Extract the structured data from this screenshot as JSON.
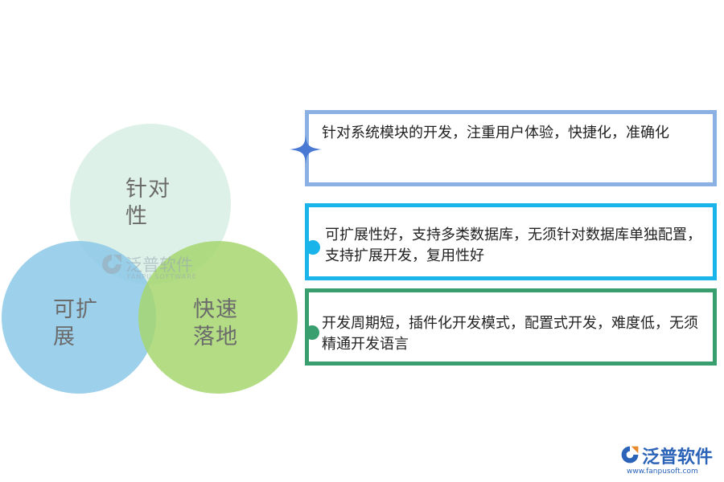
{
  "circles": {
    "top": {
      "label": "针对\n性",
      "color": "#d2ece0"
    },
    "left": {
      "label": "可扩\n展",
      "color": "#8cc8e8"
    },
    "right": {
      "label": "快速\n落地",
      "color": "#a6d670"
    }
  },
  "boxes": [
    {
      "text": "针对系统模块的开发，注重用户体验，快捷化，准确化",
      "border_color": "#8bb0e4",
      "marker_icon": "sparkle-star-icon"
    },
    {
      "text": "可扩展性好，支持多类数据库，无须针对数据库单独配置，支持扩展开发，复用性好",
      "border_color": "#1ab3ea",
      "marker_icon": "circle-dot-icon"
    },
    {
      "text": "开发周期短，插件化开发模式，配置式开发，难度低，无须精通开发语言",
      "border_color": "#3a9f6f",
      "marker_icon": "circle-dot-icon"
    }
  ],
  "watermark": {
    "text": "泛普软件",
    "sub": "FANPU SOFTWARE"
  },
  "logo": {
    "text": "泛普软件",
    "url": "www.fanpusoft.com",
    "color": "#2b63b8"
  }
}
